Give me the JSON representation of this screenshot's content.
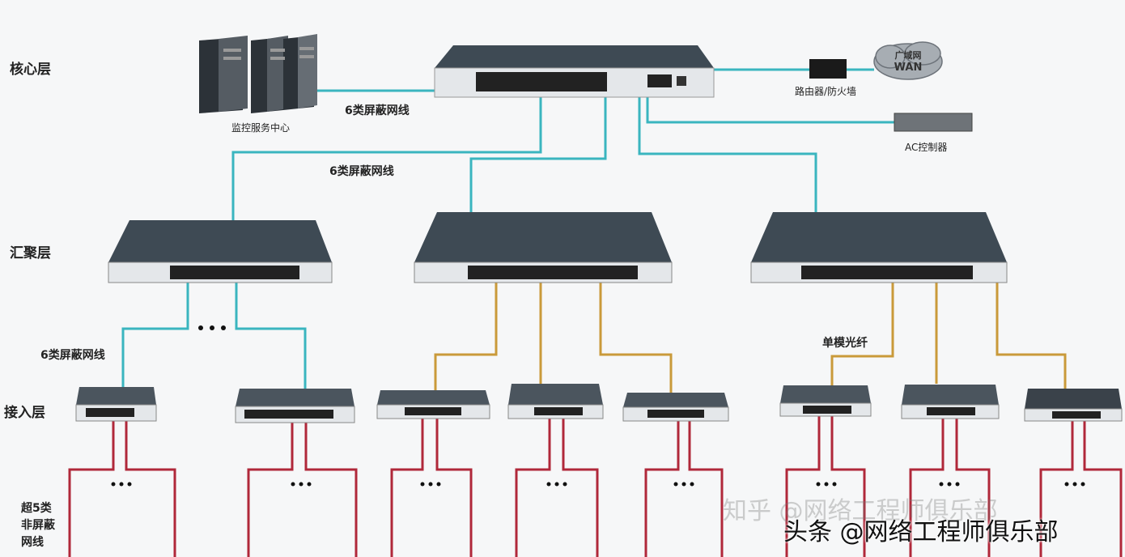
{
  "layers": {
    "core": "核心层",
    "aggregation": "汇聚层",
    "access": "接入层",
    "cable_type": "超5类\n非屏蔽\n网线"
  },
  "cables": {
    "core_to_server": "6类屏蔽网线",
    "core_to_aggregation": "6类屏蔽网线",
    "aggregation_to_access": "6类屏蔽网线",
    "fiber": "单模光纤"
  },
  "devices": {
    "server_center": "监控服务中心",
    "router_firewall": "路由器/防火墙",
    "ac_controller": "AC控制器",
    "wan_line1": "广域网",
    "wan_line2": "WAN"
  },
  "ellipsis": "• • •",
  "watermark": {
    "zhihu": "知乎 @网络工程师俱乐部",
    "toutiao": "头条 @网络工程师俱乐部"
  },
  "colors": {
    "cyan_link": "#3ab5bf",
    "fiber_link": "#c99a3a",
    "copper_link": "#b0283a",
    "switch_top": "#3a4a58",
    "switch_front": "#e8eaec"
  }
}
